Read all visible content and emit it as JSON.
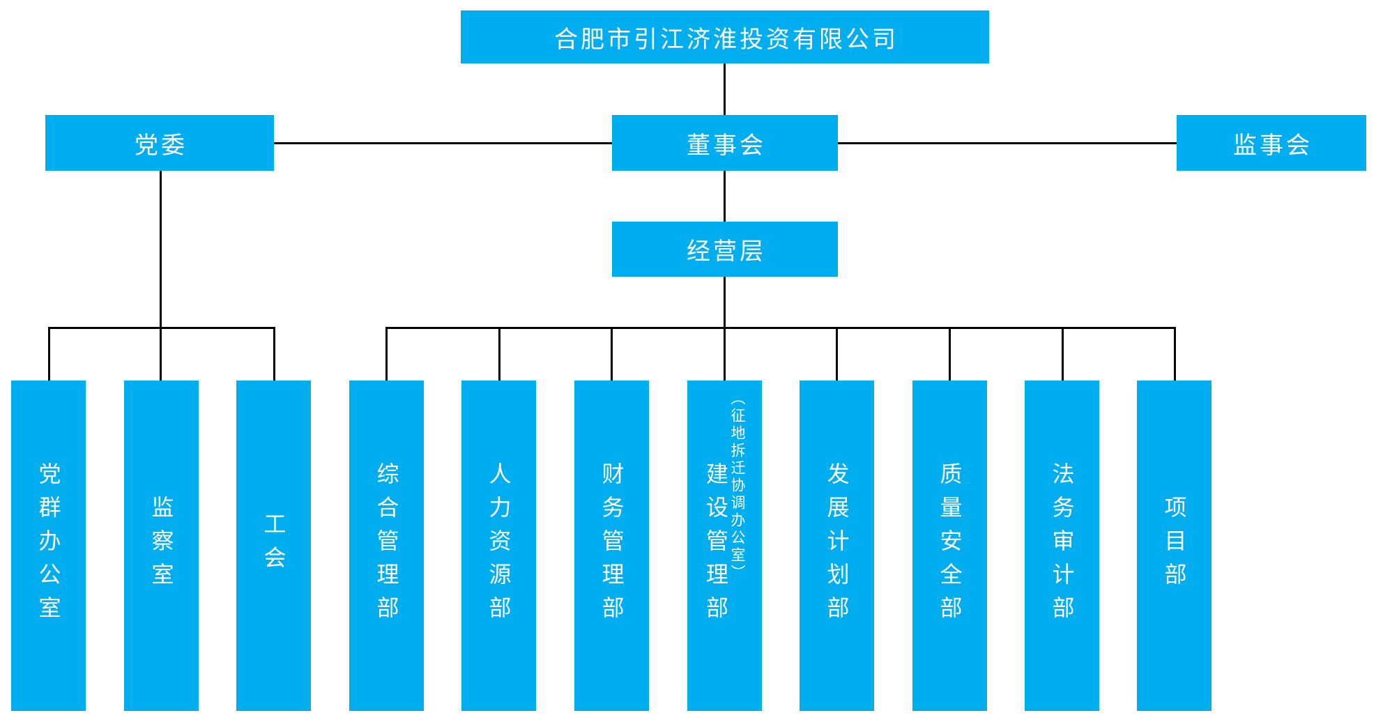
{
  "org": {
    "company": "合肥市引江济淮投资有限公司",
    "party_committee": "党委",
    "board": "董事会",
    "supervisory_board": "监事会",
    "management": "经营层",
    "party_departments": [
      {
        "label": "党群办公室"
      },
      {
        "label": "监察室"
      },
      {
        "label": "工会"
      }
    ],
    "management_departments": [
      {
        "label": "综合管理部"
      },
      {
        "label": "人力资源部"
      },
      {
        "label": "财务管理部"
      },
      {
        "label": "建设管理部",
        "sub": "（征地拆迁协调办公室）"
      },
      {
        "label": "发展计划部"
      },
      {
        "label": "质量安全部"
      },
      {
        "label": "法务审计部"
      },
      {
        "label": "项目部"
      }
    ],
    "colors": {
      "box": "#00aeef",
      "line": "#000000",
      "text": "#ffffff"
    }
  }
}
